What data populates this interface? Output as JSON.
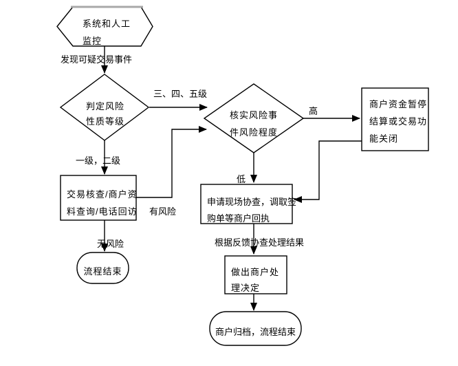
{
  "nodes": {
    "monitor": {
      "l1": "系统和人工",
      "l2": "监控"
    },
    "judge": {
      "l1": "判定风险",
      "l2": "性质等级"
    },
    "verify": {
      "l1": "核实风险事",
      "l2": "件风险程度"
    },
    "freeze": {
      "l1": "商户资金暂停",
      "l2": "结算或交易功",
      "l3": "能关闭"
    },
    "check": {
      "l1": "交易核查/商户资",
      "l2": "料查询/电话回访"
    },
    "assist": {
      "l1": "申请现场协查，调取签",
      "l2": "购单等商户回执"
    },
    "decide": {
      "l1": "做出商户处",
      "l2": "理决定"
    },
    "end_left": {
      "l1": "流程结束"
    },
    "end_bottom": {
      "l1": "商户归档，流程结束"
    }
  },
  "edge_labels": {
    "suspicious_found": "发现可疑交易事件",
    "level_345": "三、四、五级",
    "level_12": "一级，二级",
    "has_risk": "有风险",
    "no_risk": "无风险",
    "high": "高",
    "low": "低",
    "feedback_result": "根据反馈协查处理结果"
  },
  "colors": {
    "line": "#000000",
    "text": "#000000",
    "background": "#ffffff",
    "hexagon_top_edge": "#a8a8a8"
  }
}
